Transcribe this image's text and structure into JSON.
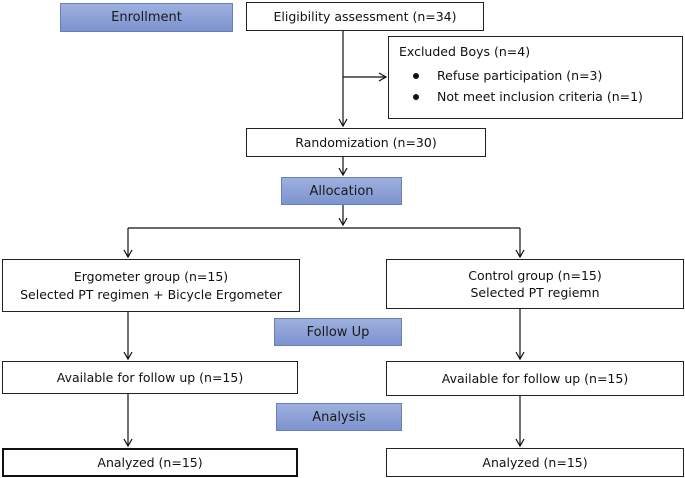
{
  "stages": {
    "enrollment": "Enrollment",
    "allocation": "Allocation",
    "follow_up": "Follow Up",
    "analysis": "Analysis"
  },
  "boxes": {
    "eligibility": "Eligibility assessment (n=34)",
    "excluded_title": "Excluded Boys (n=4)",
    "excluded_items": [
      "Refuse participation (n=3)",
      "Not meet inclusion criteria (n=1)"
    ],
    "randomization": "Randomization (n=30)",
    "ergometer": {
      "line1": "Ergometer group (n=15)",
      "line2": "Selected PT regimen + Bicycle Ergometer",
      "followup": "Available for follow up (n=15)",
      "analyzed": "Analyzed (n=15)"
    },
    "control": {
      "line1": "Control group (n=15)",
      "line2": "Selected PT regiemn",
      "followup": "Available for follow up (n=15)",
      "analyzed": "Analyzed (n=15)"
    }
  },
  "colors": {
    "stage_fill": "#8da1d6",
    "line": "#111111"
  }
}
